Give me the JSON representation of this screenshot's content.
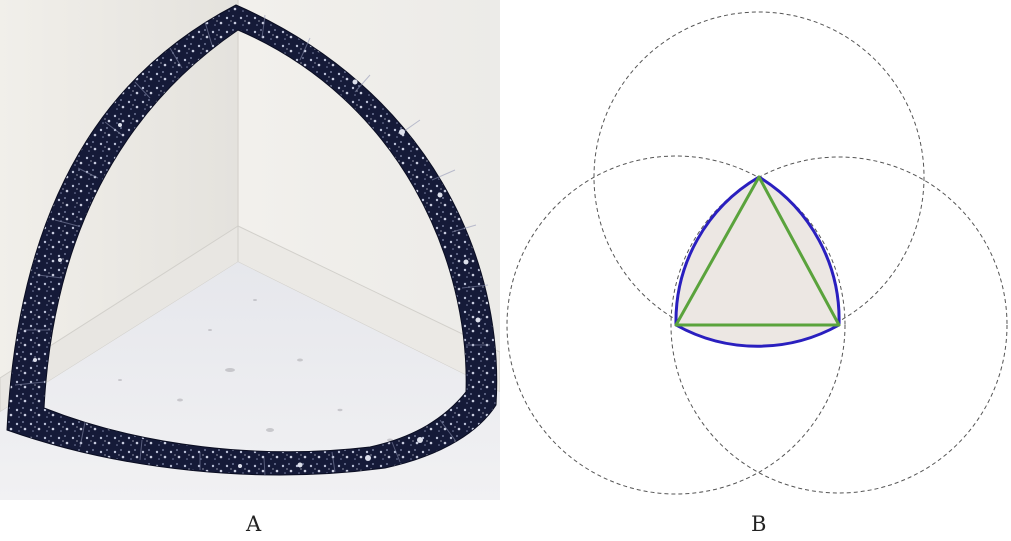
{
  "panels": [
    {
      "id": "A",
      "caption": "A"
    },
    {
      "id": "B",
      "caption": "B"
    }
  ],
  "colors": {
    "wall": "#efece6",
    "floor": "#ecebec",
    "film_strip": "#121632",
    "arc_outline": "#2a1fbf",
    "triangle_edges": "#5aa33c",
    "triangle_fill": "#ece7e3",
    "circle_dashes": "#555555"
  }
}
